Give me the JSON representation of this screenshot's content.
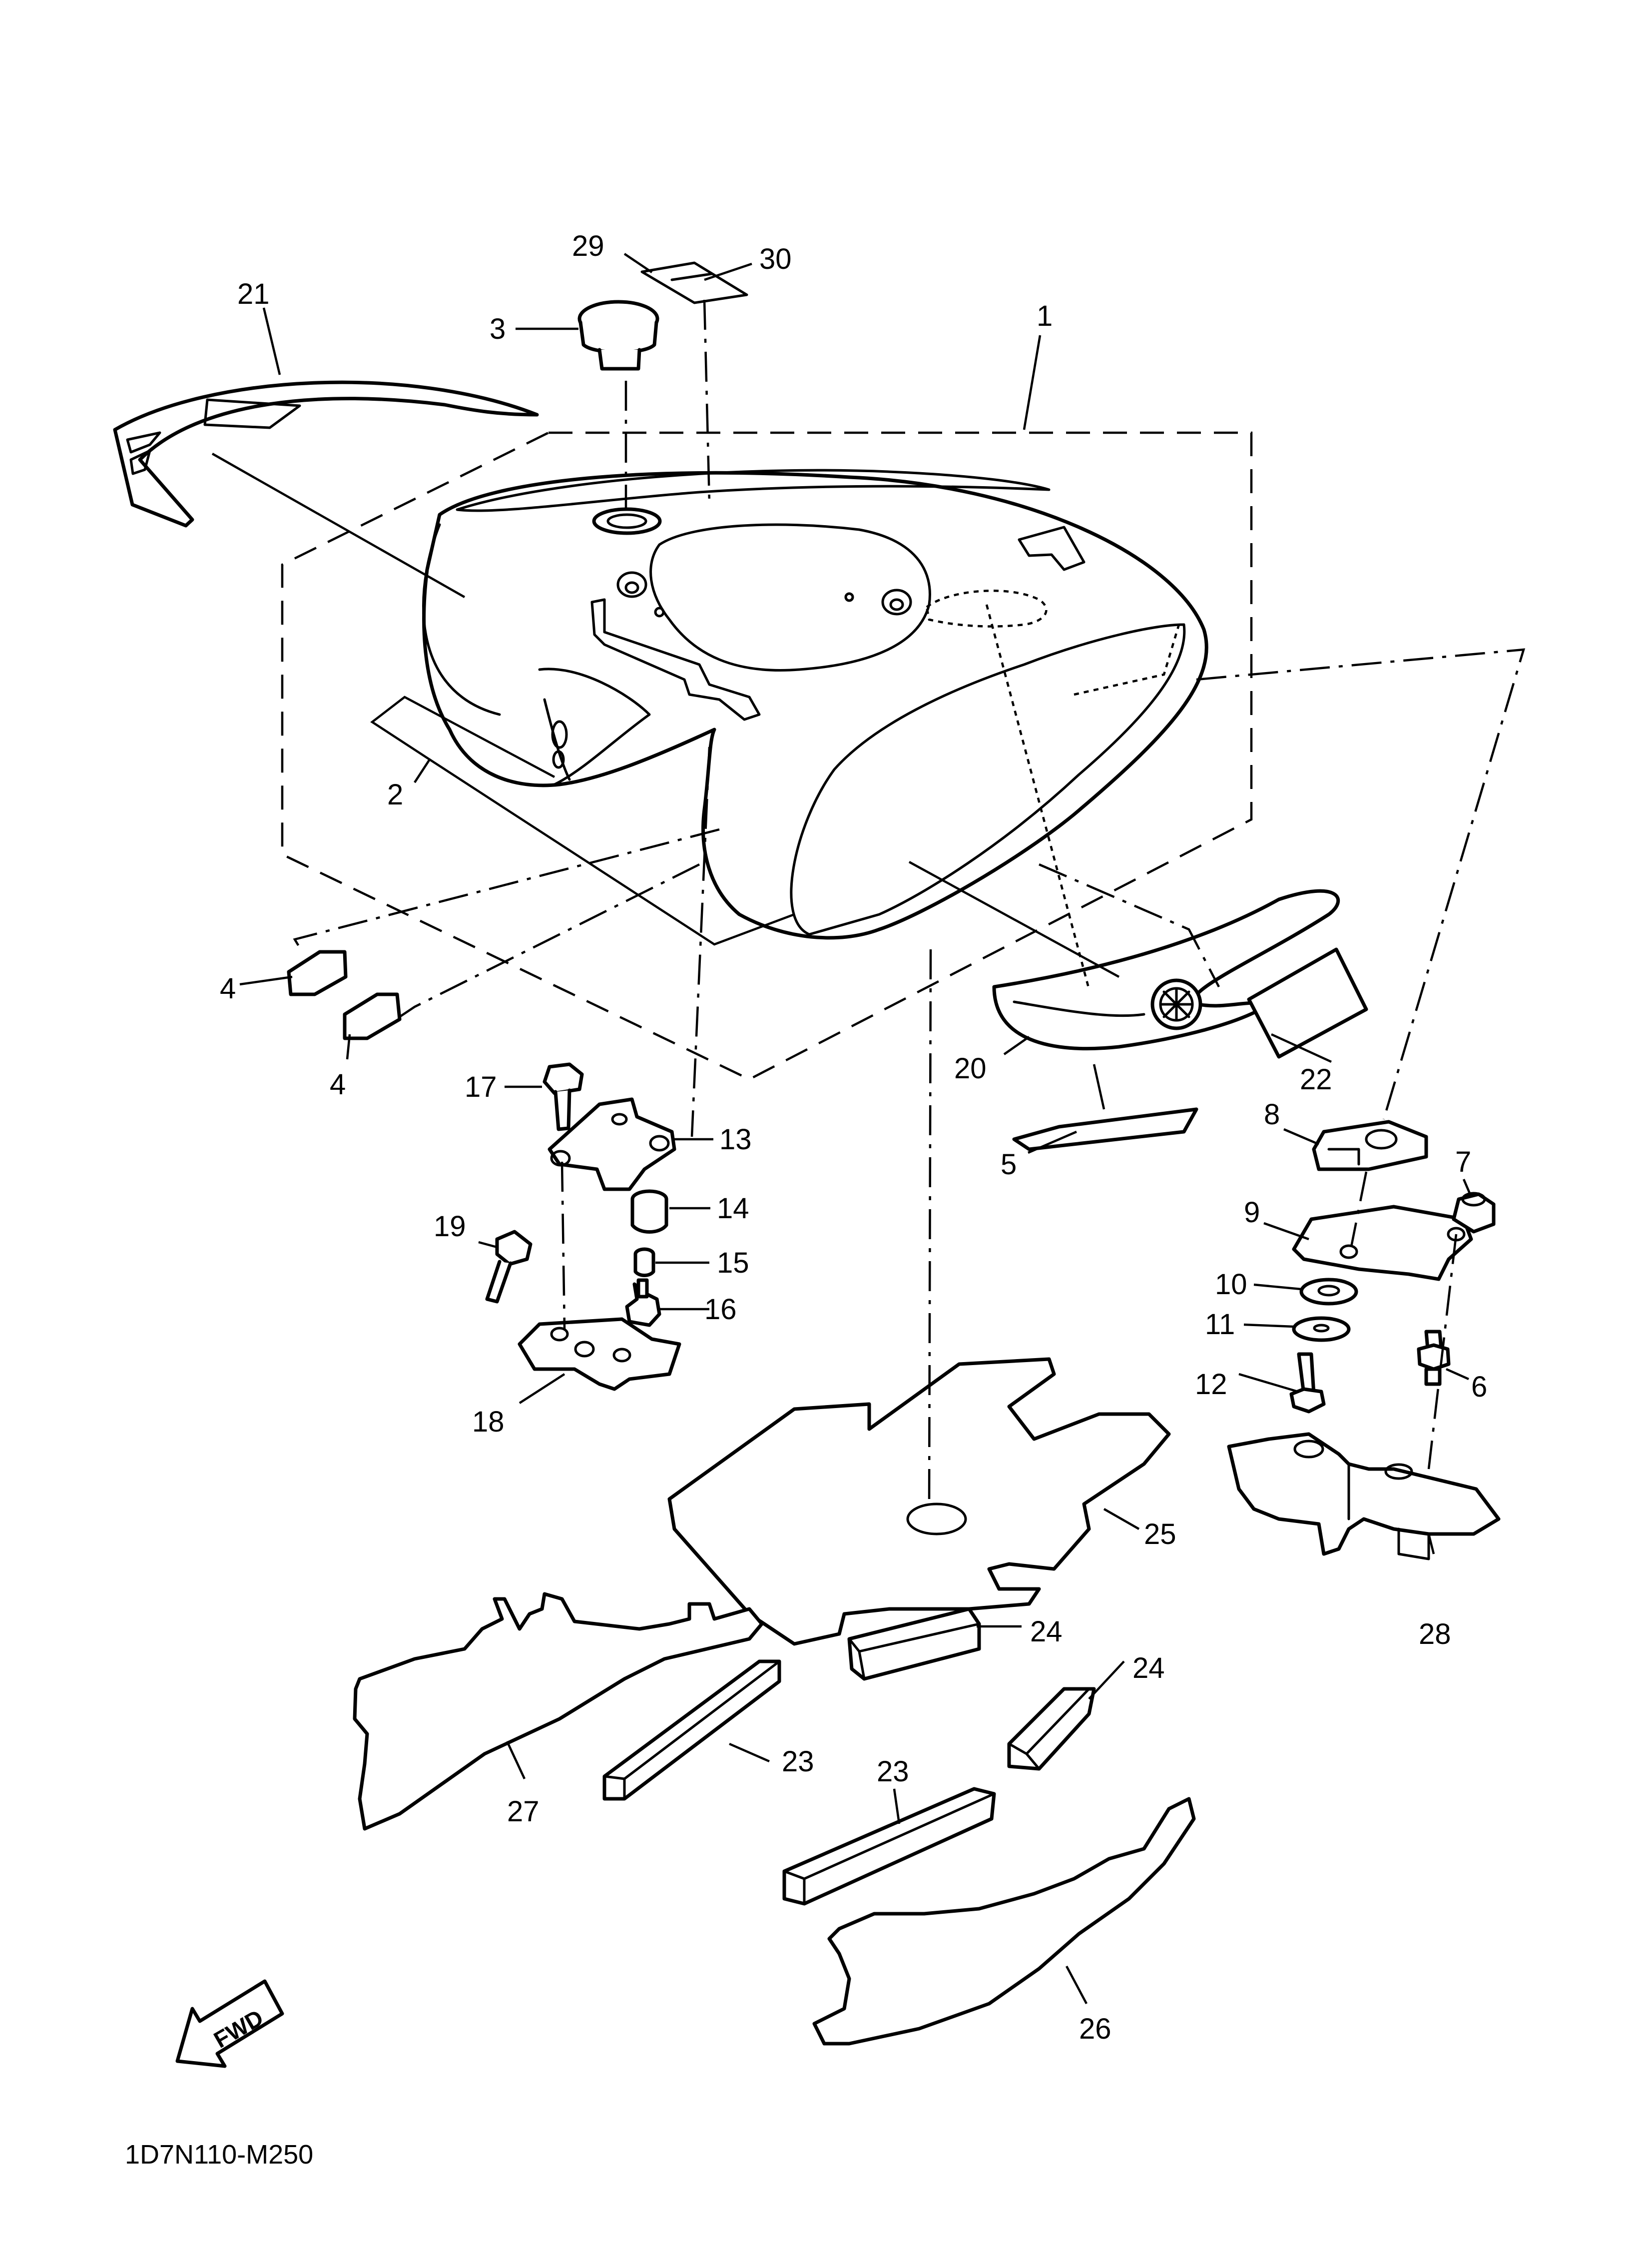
{
  "colors": {
    "line": "#000000",
    "background": "#ffffff"
  },
  "callouts": {
    "c1": "1",
    "c2": "2",
    "c3": "3",
    "c4a": "4",
    "c4b": "4",
    "c5": "5",
    "c6": "6",
    "c7": "7",
    "c8": "8",
    "c9": "9",
    "c10": "10",
    "c11": "11",
    "c12": "12",
    "c13": "13",
    "c14": "14",
    "c15": "15",
    "c16": "16",
    "c17": "17",
    "c18": "18",
    "c19": "19",
    "c20": "20",
    "c21": "21",
    "c22": "22",
    "c23a": "23",
    "c23b": "23",
    "c24a": "24",
    "c24b": "24",
    "c25": "25",
    "c26": "26",
    "c27": "27",
    "c28": "28",
    "c29": "29",
    "c30": "30"
  },
  "fwd_label": "FWD",
  "diagram_code": "1D7N110-M250",
  "icons": {
    "fwd": "fwd-arrow-icon"
  }
}
